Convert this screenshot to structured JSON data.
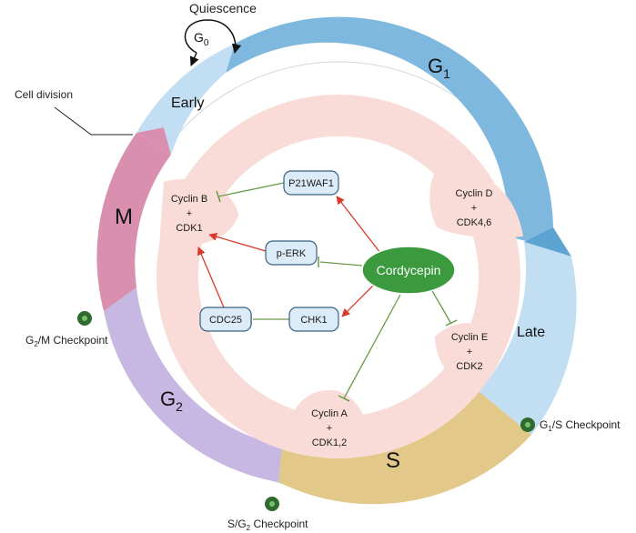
{
  "labels": {
    "quiescence": "Quiescence",
    "g0_main": "G",
    "g0_sub": "0",
    "cell_division": "Cell division",
    "early": "Early",
    "late": "Late",
    "g1_main": "G",
    "g1_sub": "1",
    "m": "M",
    "s": "S",
    "g2_main": "G",
    "g2_sub": "2"
  },
  "checkpoints": {
    "g2m_pre": "G",
    "g2m_sub": "2",
    "g2m_post": "/M Checkpoint",
    "g1s_pre": "G",
    "g1s_sub": "1",
    "g1s_post": "/S Checkpoint",
    "sg2_pre": "S/G",
    "sg2_sub": "2",
    "sg2_post": " Checkpoint"
  },
  "nodes": {
    "cordycepin": "Cordycepin",
    "p21": "P21WAF1",
    "perk": "p-ERK",
    "chk1": "CHK1",
    "cdc25": "CDC25"
  },
  "complexes": {
    "cyclin_b": [
      "Cyclin B",
      "+",
      "CDK1"
    ],
    "cyclin_d": [
      "Cyclin D",
      "+",
      "CDK4,6"
    ],
    "cyclin_e": [
      "Cyclin E",
      "+",
      "CDK2"
    ],
    "cyclin_a": [
      "Cyclin A",
      "+",
      "CDK1,2"
    ]
  },
  "colors": {
    "g1": "#7fb8de",
    "g1_dark": "#5ea4d2",
    "early_late": "#c2def2",
    "m": "#d98fae",
    "g2": "#c7b8e3",
    "s": "#e2c98a",
    "inner": "#f9dcd7",
    "cordycepin": "#3a9a3d",
    "activate": "#d93a2b",
    "inhibit": "#6a9a4a",
    "node_fill": "#dcebf8",
    "node_stroke": "#3b5f80",
    "checkpoint": "#2f6a2f"
  }
}
